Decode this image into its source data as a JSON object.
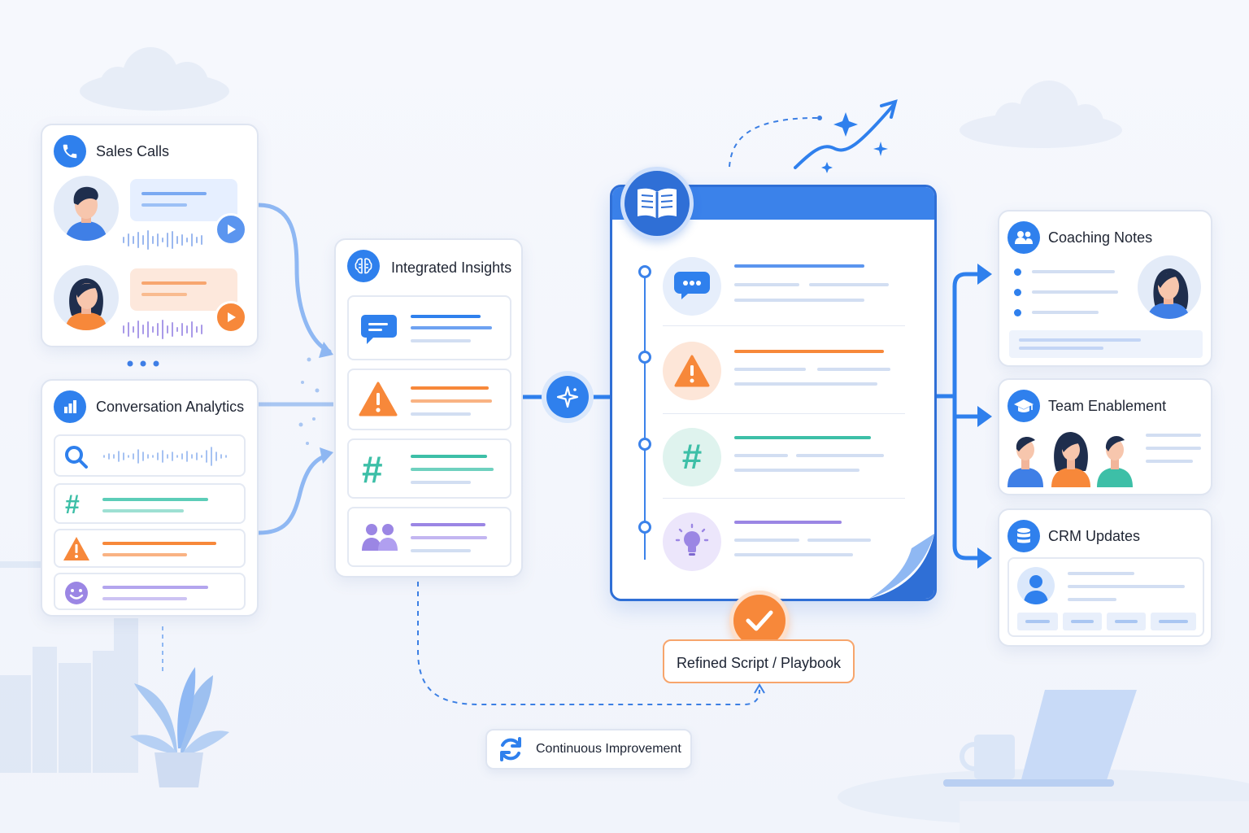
{
  "sources": {
    "sales_calls": {
      "title": "Sales Calls"
    },
    "conversation_analytics": {
      "title": "Conversation Analytics"
    }
  },
  "insights": {
    "title": "Integrated Insights"
  },
  "outputs": {
    "coaching_notes": {
      "title": "Coaching Notes"
    },
    "team_enablement": {
      "title": "Team Enablement"
    },
    "crm_updates": {
      "title": "CRM Updates"
    }
  },
  "playbook": {
    "label": "Refined Script / Playbook"
  },
  "loop": {
    "label": "Continuous Improvement"
  },
  "icons": {
    "phone": "phone-icon",
    "analytics": "bar-chart-icon",
    "brain": "brain-icon",
    "book": "open-book-icon",
    "sparkle": "sparkle-icon",
    "check": "check-icon",
    "refresh": "refresh-icon",
    "people": "people-icon",
    "graduation": "graduation-cap-icon",
    "database": "database-icon"
  },
  "colors": {
    "primary": "#2f80ed",
    "orange": "#f7883a",
    "teal": "#3dbfa7",
    "purple": "#9b86e4",
    "light_blue": "#8fb8f3"
  }
}
